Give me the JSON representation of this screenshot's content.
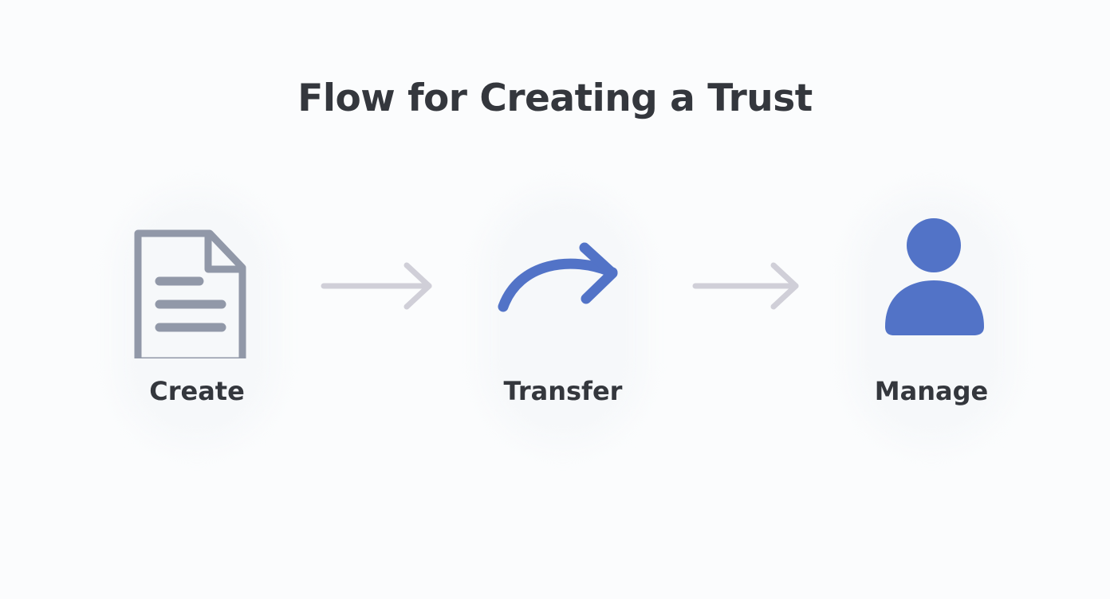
{
  "diagram": {
    "title": "Flow for Creating a Trust",
    "steps": [
      {
        "label": "Create",
        "icon": "document-icon"
      },
      {
        "label": "Transfer",
        "icon": "curved-arrow-icon"
      },
      {
        "label": "Manage",
        "icon": "person-icon"
      }
    ],
    "connectors": [
      "right-arrow-icon",
      "right-arrow-icon"
    ],
    "colors": {
      "title_text": "#34373d",
      "document_icon": "#9198a8",
      "accent_blue": "#5273c7",
      "connector_gray": "#d0cfd8",
      "background": "#fbfcfd"
    }
  }
}
